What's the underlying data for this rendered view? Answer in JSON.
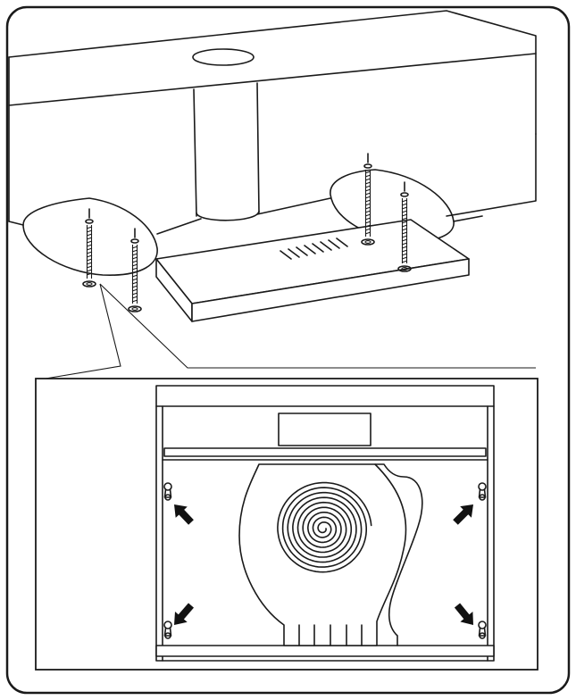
{
  "figure": {
    "type": "installation-illustration",
    "colors": {
      "line": "#1a1a1a",
      "background": "#ffffff"
    },
    "top_view": {
      "screw_count": 4
    },
    "detail_view": {
      "mounting_points": 4,
      "arrows": 4
    }
  }
}
